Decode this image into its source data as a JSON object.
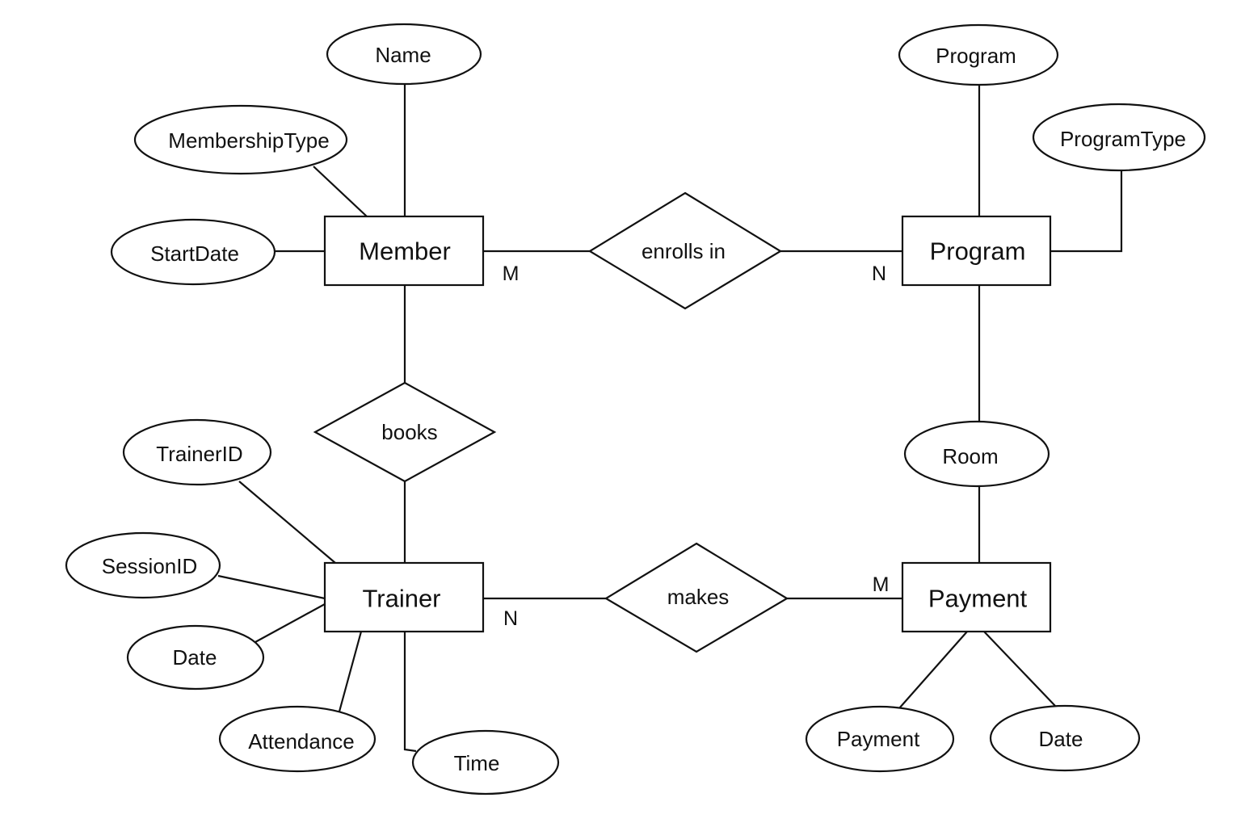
{
  "diagram": {
    "entities": {
      "member": "Member",
      "program": "Program",
      "trainer": "Trainer",
      "payment": "Payment"
    },
    "relationships": {
      "enrolls_in": "enrolls in",
      "books": "books",
      "makes": "makes"
    },
    "attributes": {
      "member_name": "Name",
      "member_membership_type": "MembershipType",
      "member_start_date": "StartDate",
      "program_program": "Program",
      "program_program_type": "ProgramType",
      "program_room": "Room",
      "trainer_trainer_id": "TrainerID",
      "trainer_session_id": "SessionID",
      "trainer_date": "Date",
      "trainer_attendance": "Attendance",
      "trainer_time": "Time",
      "payment_payment": "Payment",
      "payment_date": "Date"
    },
    "cardinalities": {
      "member_enrolls": "M",
      "program_enrolls": "N",
      "trainer_makes": "N",
      "payment_makes": "M"
    }
  }
}
